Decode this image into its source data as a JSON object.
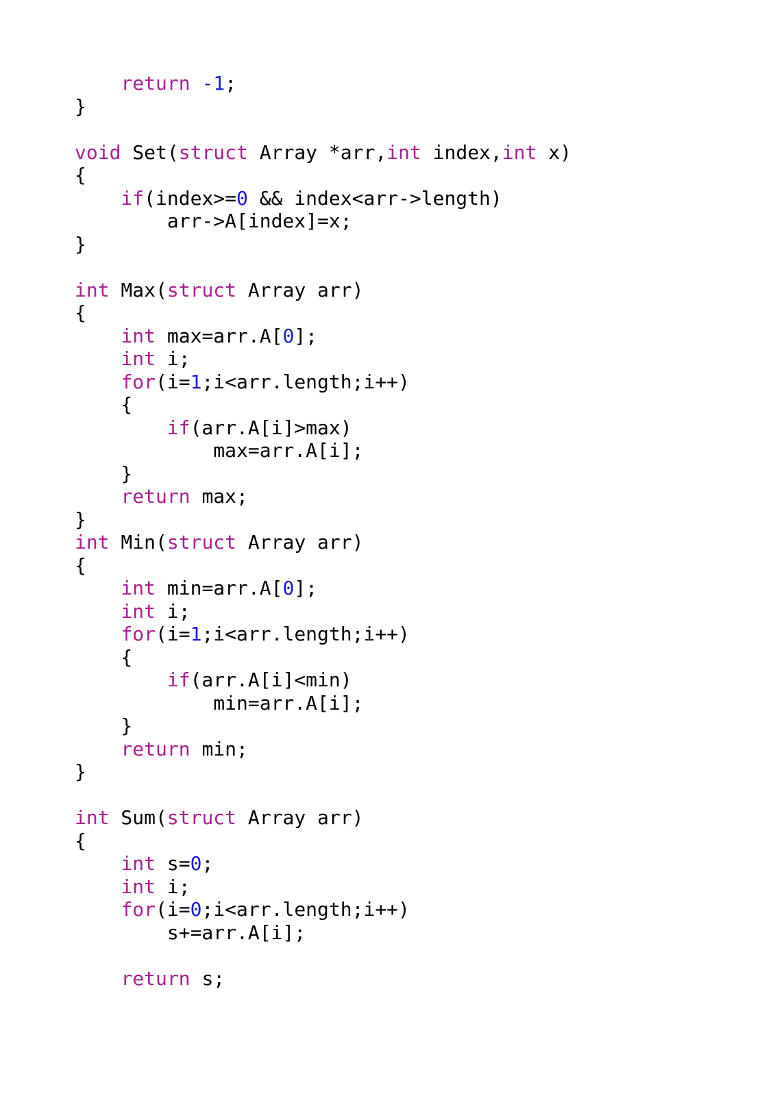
{
  "colors": {
    "background": "#ffffff",
    "text": "#000000",
    "keyword": "#aa1f91",
    "number": "#1c1ad6"
  },
  "code_lines": [
    [
      {
        "t": "    "
      },
      {
        "t": "return",
        "k": "kw"
      },
      {
        "t": " "
      },
      {
        "t": "-1",
        "k": "num"
      },
      {
        "t": ";"
      }
    ],
    [
      {
        "t": "}"
      }
    ],
    [],
    [
      {
        "t": "void",
        "k": "kw"
      },
      {
        "t": " Set("
      },
      {
        "t": "struct",
        "k": "kw"
      },
      {
        "t": " Array *arr,"
      },
      {
        "t": "int",
        "k": "kw"
      },
      {
        "t": " index,"
      },
      {
        "t": "int",
        "k": "kw"
      },
      {
        "t": " x)"
      }
    ],
    [
      {
        "t": "{"
      }
    ],
    [
      {
        "t": "    "
      },
      {
        "t": "if",
        "k": "kw"
      },
      {
        "t": "(index>="
      },
      {
        "t": "0",
        "k": "num"
      },
      {
        "t": " && index<arr->length)"
      }
    ],
    [
      {
        "t": "        arr->A[index]=x;"
      }
    ],
    [
      {
        "t": "}"
      }
    ],
    [],
    [
      {
        "t": "int",
        "k": "kw"
      },
      {
        "t": " Max("
      },
      {
        "t": "struct",
        "k": "kw"
      },
      {
        "t": " Array arr)"
      }
    ],
    [
      {
        "t": "{"
      }
    ],
    [
      {
        "t": "    "
      },
      {
        "t": "int",
        "k": "kw"
      },
      {
        "t": " max=arr.A["
      },
      {
        "t": "0",
        "k": "num"
      },
      {
        "t": "];"
      }
    ],
    [
      {
        "t": "    "
      },
      {
        "t": "int",
        "k": "kw"
      },
      {
        "t": " i;"
      }
    ],
    [
      {
        "t": "    "
      },
      {
        "t": "for",
        "k": "kw"
      },
      {
        "t": "(i="
      },
      {
        "t": "1",
        "k": "num"
      },
      {
        "t": ";i<arr.length;i++)"
      }
    ],
    [
      {
        "t": "    {"
      }
    ],
    [
      {
        "t": "        "
      },
      {
        "t": "if",
        "k": "kw"
      },
      {
        "t": "(arr.A[i]>max)"
      }
    ],
    [
      {
        "t": "            max=arr.A[i];"
      }
    ],
    [
      {
        "t": "    }"
      }
    ],
    [
      {
        "t": "    "
      },
      {
        "t": "return",
        "k": "kw"
      },
      {
        "t": " max;"
      }
    ],
    [
      {
        "t": "}"
      }
    ],
    [
      {
        "t": "int",
        "k": "kw"
      },
      {
        "t": " Min("
      },
      {
        "t": "struct",
        "k": "kw"
      },
      {
        "t": " Array arr)"
      }
    ],
    [
      {
        "t": "{"
      }
    ],
    [
      {
        "t": "    "
      },
      {
        "t": "int",
        "k": "kw"
      },
      {
        "t": " min=arr.A["
      },
      {
        "t": "0",
        "k": "num"
      },
      {
        "t": "];"
      }
    ],
    [
      {
        "t": "    "
      },
      {
        "t": "int",
        "k": "kw"
      },
      {
        "t": " i;"
      }
    ],
    [
      {
        "t": "    "
      },
      {
        "t": "for",
        "k": "kw"
      },
      {
        "t": "(i="
      },
      {
        "t": "1",
        "k": "num"
      },
      {
        "t": ";i<arr.length;i++)"
      }
    ],
    [
      {
        "t": "    {"
      }
    ],
    [
      {
        "t": "        "
      },
      {
        "t": "if",
        "k": "kw"
      },
      {
        "t": "(arr.A[i]<min)"
      }
    ],
    [
      {
        "t": "            min=arr.A[i];"
      }
    ],
    [
      {
        "t": "    }"
      }
    ],
    [
      {
        "t": "    "
      },
      {
        "t": "return",
        "k": "kw"
      },
      {
        "t": " min;"
      }
    ],
    [
      {
        "t": "}"
      }
    ],
    [],
    [
      {
        "t": "int",
        "k": "kw"
      },
      {
        "t": " Sum("
      },
      {
        "t": "struct",
        "k": "kw"
      },
      {
        "t": " Array arr)"
      }
    ],
    [
      {
        "t": "{"
      }
    ],
    [
      {
        "t": "    "
      },
      {
        "t": "int",
        "k": "kw"
      },
      {
        "t": " s="
      },
      {
        "t": "0",
        "k": "num"
      },
      {
        "t": ";"
      }
    ],
    [
      {
        "t": "    "
      },
      {
        "t": "int",
        "k": "kw"
      },
      {
        "t": " i;"
      }
    ],
    [
      {
        "t": "    "
      },
      {
        "t": "for",
        "k": "kw"
      },
      {
        "t": "(i="
      },
      {
        "t": "0",
        "k": "num"
      },
      {
        "t": ";i<arr.length;i++)"
      }
    ],
    [
      {
        "t": "        s+=arr.A[i];"
      }
    ],
    [],
    [
      {
        "t": "    "
      },
      {
        "t": "return",
        "k": "kw"
      },
      {
        "t": " s;"
      }
    ]
  ]
}
